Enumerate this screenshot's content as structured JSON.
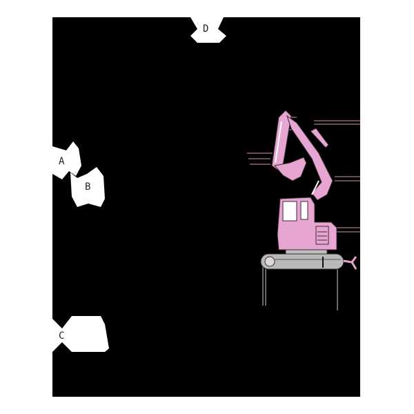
{
  "diagram": {
    "background": "#000000",
    "machine_color": "#e7a6d2",
    "track_color": "#b9b9b9",
    "dimension_line_color": "#6b4a5c",
    "labels": [
      {
        "id": "D",
        "text": "D"
      },
      {
        "id": "A",
        "text": "A"
      },
      {
        "id": "B",
        "text": "B"
      },
      {
        "id": "C",
        "text": "C"
      }
    ]
  }
}
